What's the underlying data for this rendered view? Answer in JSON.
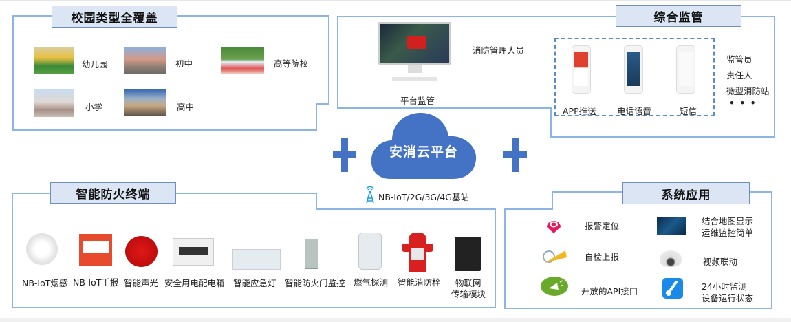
{
  "campus": {
    "title": "校园类型全覆盖",
    "items": [
      {
        "label": "幼儿园"
      },
      {
        "label": "初中"
      },
      {
        "label": "高等院校"
      },
      {
        "label": "小学"
      },
      {
        "label": "高中"
      }
    ]
  },
  "supervision": {
    "title": "综合监管",
    "platform_label": "平台监管",
    "manager_label": "消防管理人员",
    "channels": [
      {
        "label": "APP推送"
      },
      {
        "label": "电话语音"
      },
      {
        "label": "短信"
      }
    ],
    "roles": [
      "监管员",
      "责任人",
      "微型消防站",
      "• • •"
    ]
  },
  "cloud": {
    "label": "安消云平台",
    "network_label": "NB-IoT/2G/3G/4G基站",
    "accent": "#4472c4"
  },
  "terminals": {
    "title": "智能防火终端",
    "items": [
      {
        "label": "NB-IoT烟感"
      },
      {
        "label": "NB-IoT手报"
      },
      {
        "label": "智能声光"
      },
      {
        "label": "安全用电配电箱"
      },
      {
        "label": "智能应急灯"
      },
      {
        "label": "智能防火门监控"
      },
      {
        "label": "燃气探测"
      },
      {
        "label": "智能消防栓"
      },
      {
        "label": "物联网",
        "label2": "传输模块"
      }
    ]
  },
  "apps": {
    "title": "系统应用",
    "items": [
      {
        "label": "报警定位"
      },
      {
        "label": "结合地图显示",
        "label2": "运维监控简单"
      },
      {
        "label": "自检上报"
      },
      {
        "label": "视频联动"
      },
      {
        "label": "开放的API接口"
      },
      {
        "label": "24小时监测",
        "label2": "设备运行状态"
      }
    ]
  }
}
